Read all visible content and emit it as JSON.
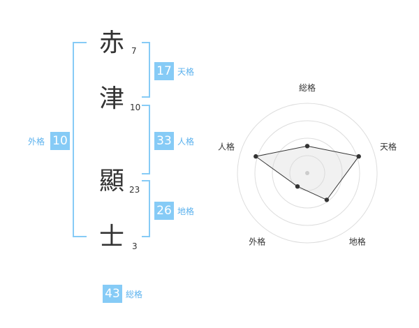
{
  "name_chars": [
    {
      "char": "赤",
      "strokes": "7"
    },
    {
      "char": "津",
      "strokes": "10"
    },
    {
      "char": "顯",
      "strokes": "23"
    },
    {
      "char": "士",
      "strokes": "3"
    }
  ],
  "kakusuu": {
    "gaikaku": {
      "value": "10",
      "label": "外格"
    },
    "tenkaku": {
      "value": "17",
      "label": "天格"
    },
    "jinkaku": {
      "value": "33",
      "label": "人格"
    },
    "chikaku": {
      "value": "26",
      "label": "地格"
    },
    "soukaku": {
      "value": "43",
      "label": "総格"
    }
  },
  "colors": {
    "accent": "#86cbf6",
    "label": "#5cb2ee",
    "text": "#333333"
  },
  "chart_data": {
    "type": "radar",
    "axes": [
      "総格",
      "天格",
      "地格",
      "外格",
      "人格"
    ],
    "values": [
      1.55,
      3.1,
      1.9,
      0.95,
      3.1
    ],
    "rmax": 4,
    "rings": 4
  }
}
